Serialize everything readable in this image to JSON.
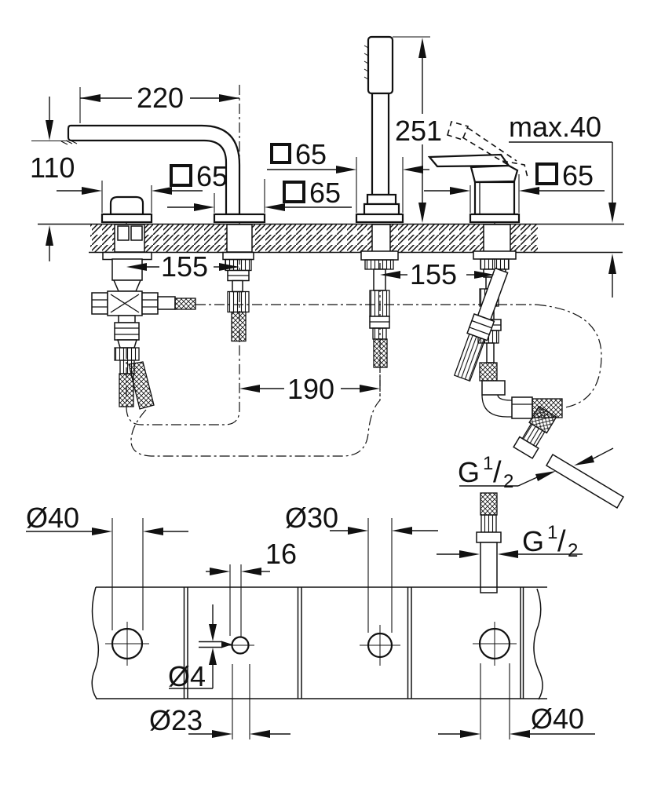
{
  "labels": {
    "spout_reach": "220",
    "spout_height": "110",
    "shower_height": "251",
    "max_deck_thickness": "max.40",
    "escutcheon_1": "65",
    "escutcheon_2": "65",
    "escutcheon_3": "65",
    "escutcheon_4": "65",
    "hole_spacing_1_2": "155",
    "hole_spacing_2_3": "190",
    "hole_spacing_3_4": "155",
    "thread_top": {
      "g": "G",
      "num": "1",
      "slash": "/",
      "den": "2"
    },
    "thread_bottom": {
      "g": "G",
      "num": "1",
      "slash": "/",
      "den": "2"
    }
  },
  "plan_labels": {
    "hole1_dia": "Ø40",
    "hole3_dia": "Ø30",
    "pin_offset": "16",
    "pin_dia": "Ø4",
    "hole2_dia": "Ø23",
    "hole4_dia": "Ø40"
  },
  "style": {
    "line_color": "#111111",
    "background": "#ffffff"
  }
}
